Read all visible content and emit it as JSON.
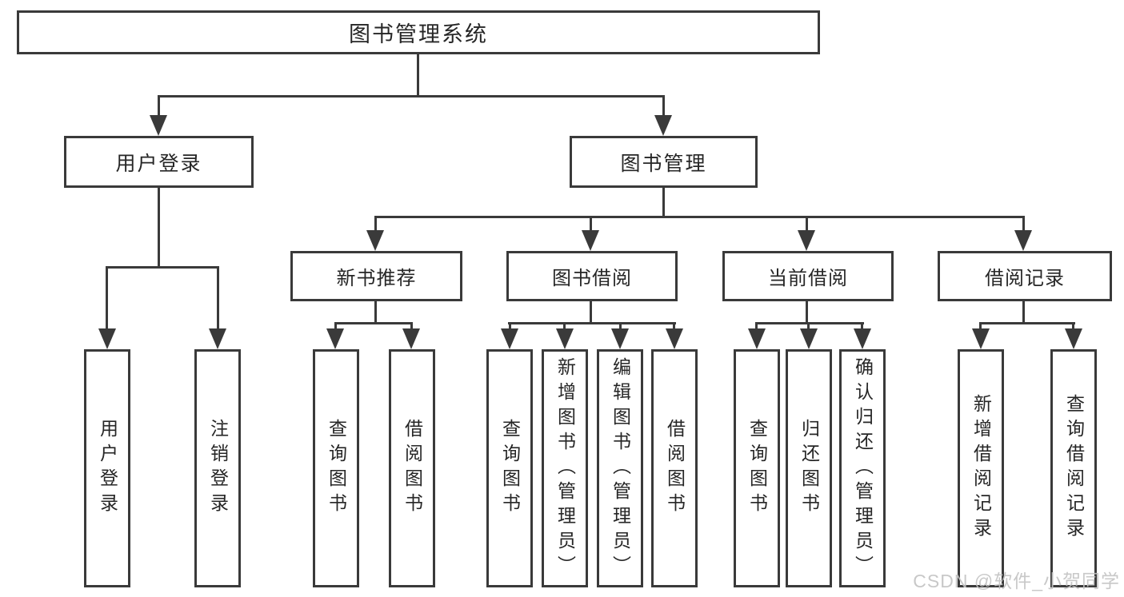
{
  "diagram": {
    "title": "图书管理系统",
    "level2": [
      {
        "label": "用户登录",
        "parent": "图书管理系统"
      },
      {
        "label": "图书管理",
        "parent": "图书管理系统"
      }
    ],
    "level3": [
      {
        "label": "新书推荐",
        "parent": "图书管理"
      },
      {
        "label": "图书借阅",
        "parent": "图书管理"
      },
      {
        "label": "当前借阅",
        "parent": "图书管理"
      },
      {
        "label": "借阅记录",
        "parent": "图书管理"
      }
    ],
    "leaves": [
      {
        "label": "用户登录",
        "parent": "用户登录"
      },
      {
        "label": "注销登录",
        "parent": "用户登录"
      },
      {
        "label": "查询图书",
        "parent": "新书推荐"
      },
      {
        "label": "借阅图书",
        "parent": "新书推荐"
      },
      {
        "label": "查询图书",
        "parent": "图书借阅"
      },
      {
        "label": "新增图书（管理员）",
        "parent": "图书借阅"
      },
      {
        "label": "编辑图书（管理员）",
        "parent": "图书借阅"
      },
      {
        "label": "借阅图书",
        "parent": "图书借阅"
      },
      {
        "label": "查询图书",
        "parent": "当前借阅"
      },
      {
        "label": "归还图书",
        "parent": "当前借阅"
      },
      {
        "label": "确认归还（管理员）",
        "parent": "当前借阅"
      },
      {
        "label": "新增借阅记录",
        "parent": "借阅记录"
      },
      {
        "label": "查询借阅记录",
        "parent": "借阅记录"
      }
    ]
  },
  "watermark": "CSDN @软件_小贺同学",
  "colors": {
    "line": "#3a3a3a",
    "text": "#262626",
    "watermark": "#c3c3c3",
    "background": "#ffffff"
  }
}
